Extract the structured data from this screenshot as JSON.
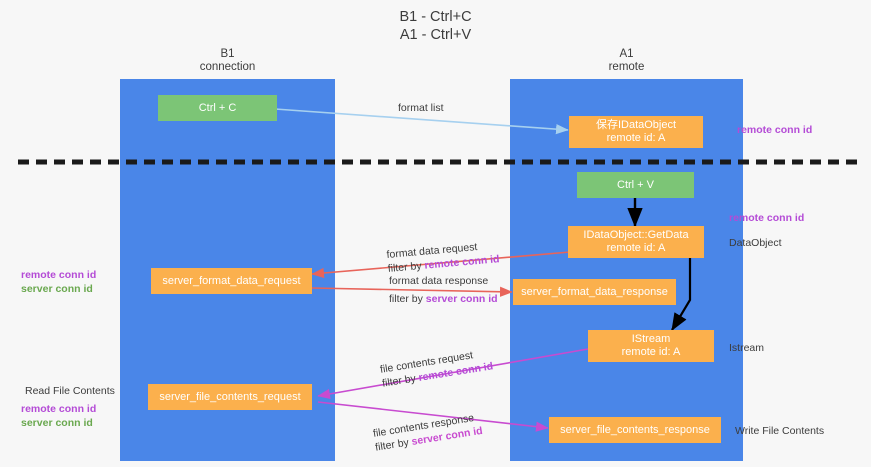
{
  "title": {
    "line1": "B1 - Ctrl+C",
    "line2": "A1 - Ctrl+V"
  },
  "columns": [
    {
      "name": "B1",
      "role": "connection"
    },
    {
      "name": "A1",
      "role": "remote"
    }
  ],
  "colors": {
    "lane": "#4a86e8",
    "green_node": "#7cc576",
    "orange_node": "#fbb04d",
    "purple_label": "#b44bd6",
    "green_label": "#6aa84f",
    "arrow_blue": "#a6d0ef",
    "arrow_red": "#e8645a",
    "arrow_magenta": "#c84bd0",
    "arrow_black": "#000000",
    "divider": "#1a1a1a"
  },
  "nodes": {
    "ctrl_c": {
      "label": "Ctrl + C"
    },
    "save_idataobject": {
      "line1": "保存IDataObject",
      "line2": "remote id: A"
    },
    "ctrl_v": {
      "label": "Ctrl + V"
    },
    "getdata": {
      "line1": "IDataObject::GetData",
      "line2": "remote id: A"
    },
    "server_format_data_request": {
      "label": "server_format_data_request"
    },
    "server_format_data_response": {
      "label": "server_format_data_response"
    },
    "istream": {
      "line1": "IStream",
      "line2": "remote id: A"
    },
    "server_file_contents_request": {
      "label": "server_file_contents_request"
    },
    "server_file_contents_response": {
      "label": "server_file_contents_response"
    }
  },
  "edges": {
    "format_list": {
      "label": "format list"
    },
    "format_data_request": {
      "line1": "format data request",
      "filter_prefix": "filter by ",
      "filter_key": "remote conn id"
    },
    "format_data_response": {
      "line1": "format data response",
      "filter_prefix": "filter by ",
      "filter_key": "server conn id"
    },
    "file_contents_request": {
      "line1": "file contents request",
      "filter_prefix": "filter by ",
      "filter_key": "remote conn id"
    },
    "file_contents_response": {
      "line1": "file contents response",
      "filter_prefix": "filter by ",
      "filter_key": "server conn id"
    }
  },
  "annotations": {
    "right_top": "remote conn id",
    "right_mid": "remote conn id",
    "right_dataobject": "DataObject",
    "right_istream": "Istream",
    "right_write": "Write File Contents",
    "left_mid_purple": "remote conn id",
    "left_mid_green": "server conn id",
    "left_read": "Read File Contents",
    "left_bottom_purple": "remote conn id",
    "left_bottom_green": "server conn id"
  }
}
